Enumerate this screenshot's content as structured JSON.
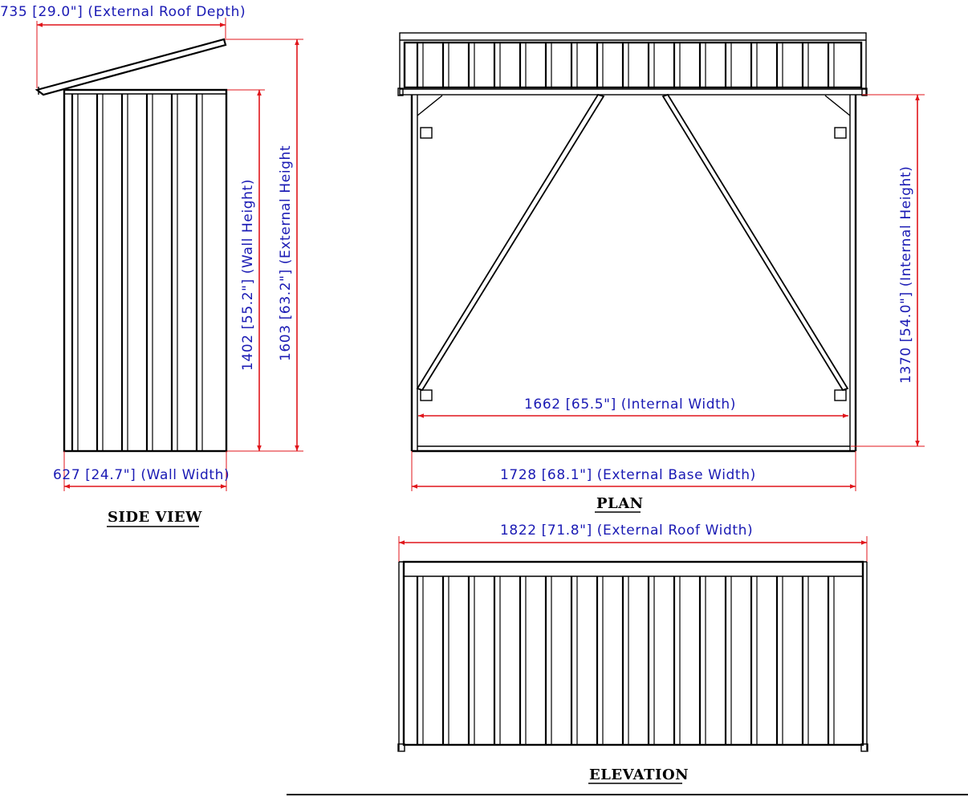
{
  "side_view": {
    "title": "SIDE VIEW",
    "roof_depth_label": "735  [29.0\"]  (External  Roof  Depth)",
    "wall_height_label": "1402  [55.2\"]  (Wall  Height)",
    "external_height_label": "1603  [63.2\"]  (External  Height",
    "wall_width_label": "627  [24.7\"]  (Wall  Width)"
  },
  "plan": {
    "title": "PLAN",
    "internal_width_label": "1662  [65.5\"]  (Internal  Width)",
    "external_base_width_label": "1728  [68.1\"]  (External  Base  Width)",
    "internal_height_label": "1370  [54.0\"]  (Internal  Height)"
  },
  "elevation": {
    "title": "ELEVATION",
    "external_roof_width_label": "1822  [71.8\"]  (External  Roof  Width)"
  },
  "colors": {
    "dimension_line": "#e0151b",
    "dimension_text": "#1a1ab4",
    "outline": "#000000"
  }
}
